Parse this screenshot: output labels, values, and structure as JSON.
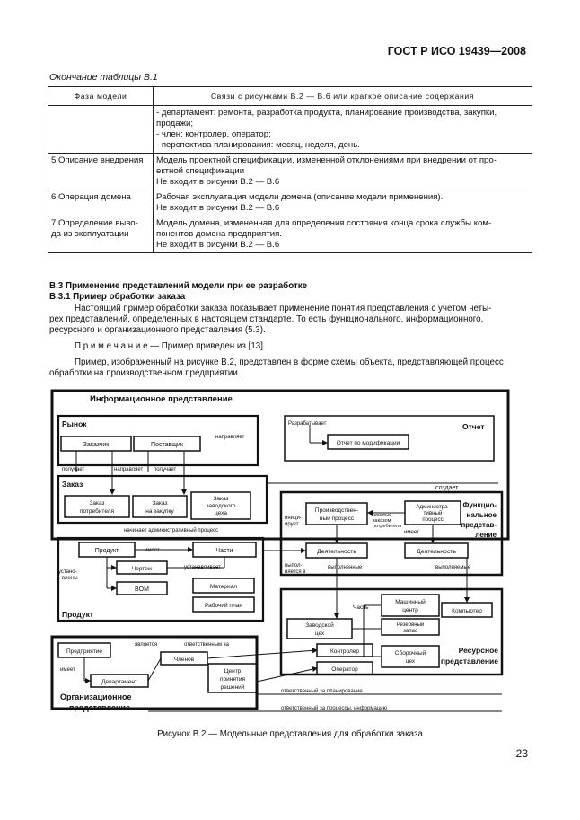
{
  "header": {
    "standard": "ГОСТ Р ИСО 19439—2008"
  },
  "table": {
    "caption": "Окончание таблицы B.1",
    "col1": "Фаза модели",
    "col2": "Связи с рисунками B.2 — B.6 или краткое описание содержания",
    "rows": [
      {
        "phase": "",
        "lines": [
          "- департамент: ремонта, разработка продукта, планирование производства, закупки,",
          "продажи;",
          "- член: контролер, оператор;",
          "- перспектива планирования: месяц, неделя, день."
        ]
      },
      {
        "phase": "5 Описание внедрения",
        "lines": [
          "Модель проектной спецификации, измененной отклонениями при внедрении от про-",
          "ектной спецификации",
          "Не входит в рисунки B.2 — B.6"
        ]
      },
      {
        "phase": "6 Операция домена",
        "lines": [
          "Рабочая эксплуатация модели домена (описание модели применения).",
          "Не входит в рисунки B.2 — B.6"
        ]
      },
      {
        "phase_lines": [
          "7 Определение выво-",
          "да из эксплуатации"
        ],
        "lines": [
          "Модель домена, измененная для определения состояния конца срока службы ком-",
          "понентов домена предприятия.",
          "Не входит в рисунки B.2 — B.6"
        ]
      }
    ]
  },
  "body": {
    "h1": "B.3 Применение представлений модели при ее разработке",
    "h2": "B.3.1 Пример обработки заказа",
    "p1a": "Настоящий пример обработки заказа показывает применение понятия представления с учетом четы-",
    "p1b": "рех представлений, определенных в настоящем стандарте. То есть функционального, информационного,",
    "p1c": "ресурсного и организационного представления (5.3).",
    "note": "П р и м е ч а н и е — Пример приведен из [13].",
    "p2a": "Пример, изображенный на рисунке B.2, представлен в форме схемы объекта, представляющей процесс",
    "p2b": "обработки на производственном предприятии."
  },
  "figure": {
    "info_view": "Информационное представление",
    "market": "Рынок",
    "customer": "Заказчик",
    "supplier": "Поставщик",
    "report": "Отчет",
    "develops": "Разрабатывает",
    "modification_report": "Отчет по модификации",
    "directs": "направляет",
    "receives1": "получает",
    "directs2": "направляет",
    "receives2": "получает",
    "order": "Заказ",
    "consumer_order": [
      "Заказ",
      "потребителя"
    ],
    "purchase_order": [
      "Заказ",
      "на закупку"
    ],
    "shop_order": [
      "Заказ",
      "заводского",
      "цеха"
    ],
    "creates": "создает",
    "functional_view": [
      "Функцио-",
      "нальное",
      "представ-",
      "ление"
    ],
    "production_process": [
      "Производствен-",
      "ный процесс"
    ],
    "admin_process": [
      "Администра-",
      "тивный",
      "процесс"
    ],
    "initiates": [
      "иници-",
      "ирует"
    ],
    "customer_order_initiates": [
      "начатый",
      "заказом",
      "потребителя"
    ],
    "admin_process_label": "начинает административный процесс",
    "includes": "имеет",
    "activity1": "Деятельность",
    "activity2": "Деятельность",
    "executed_in": [
      "выпол-",
      "няется в"
    ],
    "performed": "выполненные",
    "performed2": "выполняемые",
    "product_box": "Продукт",
    "has": "имеет",
    "parts": "Части",
    "installed": [
      "устано-",
      "влены"
    ],
    "drawing": "Чертеж",
    "establishes": "устанавливает",
    "bom": "BOM",
    "material": "Материал",
    "work_plan": "Рабочий план",
    "product": "Продукт",
    "machine_center": [
      "Машинный",
      "центр"
    ],
    "computer": "Компьютер",
    "part": "Часть",
    "factory_shop": [
      "Заводской",
      "цех"
    ],
    "reserved_stock": [
      "Резервный",
      "запас"
    ],
    "assembly_shop": [
      "Сборочный",
      "цех"
    ],
    "controller": "Контролер",
    "operator": "Оператор",
    "resource_view": [
      "Ресурсное",
      "представление"
    ],
    "enterprise": "Предприятие",
    "has2": "имеет",
    "department": "Департамент",
    "members": "Членов",
    "is_responsible": "является",
    "responsible_for": "ответственным за",
    "planning_center": [
      "Центр",
      "принятия",
      "решений"
    ],
    "resp_planning": "ответственный за планирование",
    "resp_process": "ответственный за процессы, информацию",
    "org_view": [
      "Организационное",
      "представление"
    ]
  },
  "figure_caption": "Рисунок B.2 — Модельные представления для обработки заказа",
  "page_number": "23"
}
